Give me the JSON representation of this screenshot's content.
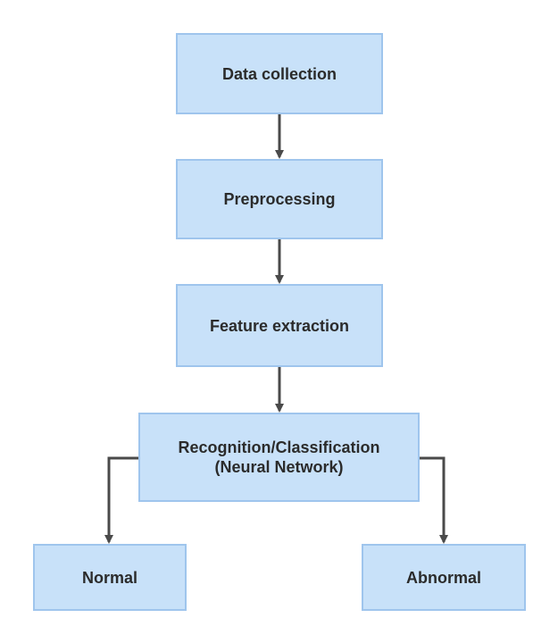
{
  "diagram": {
    "nodes": {
      "data_collection": "Data collection",
      "preprocessing": "Preprocessing",
      "feature_extraction": "Feature extraction",
      "recognition_line1": "Recognition/Classification",
      "recognition_line2": "(Neural Network)",
      "normal": "Normal",
      "abnormal": "Abnormal"
    },
    "colors": {
      "node_fill": "#c8e1f9",
      "node_border": "#9fc5ed",
      "connector": "#4a4a4a",
      "text": "#2b2b2b"
    }
  }
}
